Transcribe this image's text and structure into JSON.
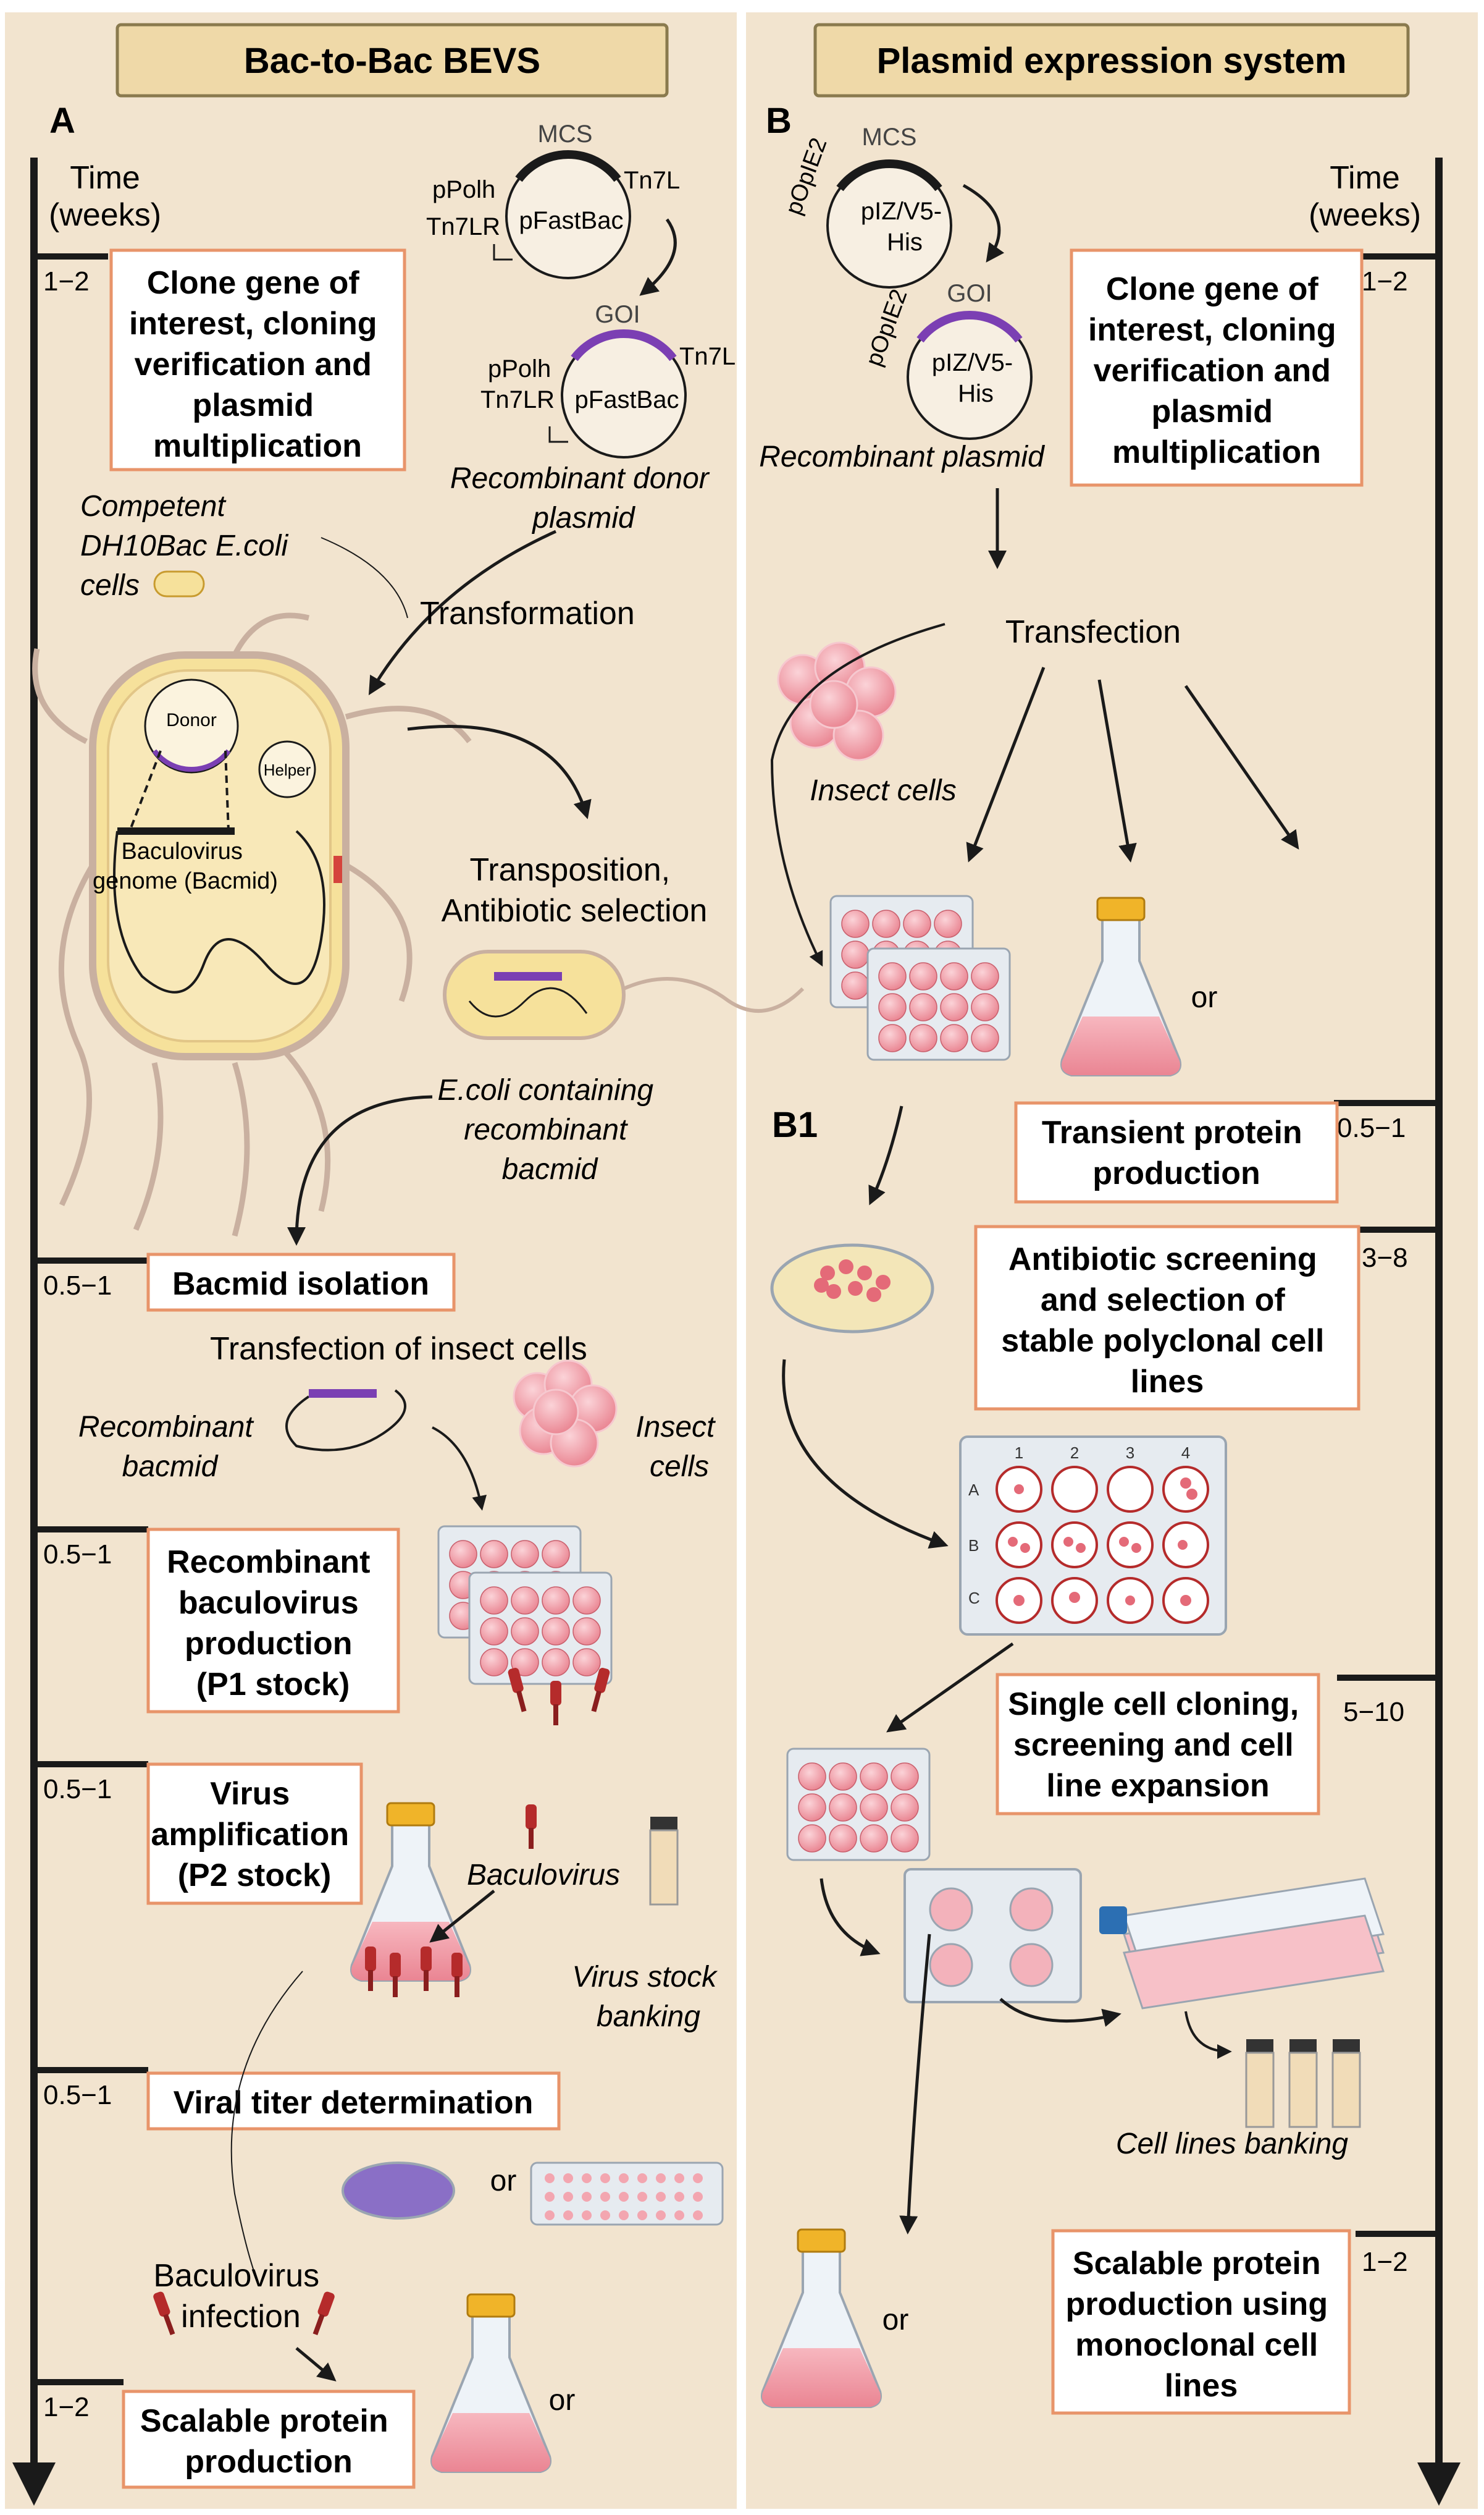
{
  "colors": {
    "panel_bg": "#f2e4cf",
    "header_fill": "#efd9a8",
    "header_stroke": "#8a7a4e",
    "box_stroke": "#e8946a",
    "plasmid_arc": "#7b3fb3",
    "cell_pink": "#f0a4ad",
    "virus_red": "#b52b2b"
  },
  "left": {
    "header": "Bac-to-Bac BEVS",
    "label": "A",
    "time_line1": "Time",
    "time_line2": "(weeks)",
    "boxes": {
      "clone": [
        "Clone gene of",
        "interest, cloning",
        "verification and",
        "plasmid",
        "multiplication"
      ],
      "bacmid": [
        "Bacmid isolation"
      ],
      "p1": [
        "Recombinant",
        "baculovirus",
        "production",
        "(P1 stock)"
      ],
      "p2": [
        "Virus",
        "amplification",
        "(P2 stock)"
      ],
      "titer": [
        "Viral titer determination"
      ],
      "scalable": [
        "Scalable protein",
        "production"
      ]
    },
    "ticks": {
      "t1": "1−2",
      "t2": "0.5−1",
      "t3": "0.5−1",
      "t4": "0.5−1",
      "t5": "0.5−1",
      "t6": "1−2"
    },
    "plasmid1": {
      "mcs": "MCS",
      "name": "pFastBac",
      "ppolh": "pPolh",
      "tn7l": "Tn7L",
      "tn7lr": "Tn7LR"
    },
    "plasmid2": {
      "goi": "GOI",
      "name": "pFastBac",
      "ppolh": "pPolh",
      "tn7l": "Tn7L",
      "tn7lr": "Tn7LR"
    },
    "recombinant_donor": [
      "Recombinant donor",
      "plasmid"
    ],
    "competent": [
      "Competent",
      "DH10Bac E.coli",
      "cells"
    ],
    "transformation": "Transformation",
    "donor": "Donor",
    "helper": "Helper",
    "baculo_genome": [
      "Baculovirus",
      "genome (Bacmid)"
    ],
    "transposition": [
      "Transposition,",
      "Antibiotic selection"
    ],
    "ecoli_containing": [
      "E.coli containing",
      "recombinant",
      "bacmid"
    ],
    "transfection_insect": "Transfection of insect cells",
    "recombinant_bacmid": [
      "Recombinant",
      "bacmid"
    ],
    "insect_cells": [
      "Insect",
      "cells"
    ],
    "baculovirus": "Baculovirus",
    "virus_stock": [
      "Virus stock",
      "banking"
    ],
    "or1": "or",
    "baculo_infection": [
      "Baculovirus",
      "infection"
    ],
    "or2": "or"
  },
  "right": {
    "header": "Plasmid expression system",
    "label": "B",
    "label_b1": "B1",
    "time_line1": "Time",
    "time_line2": "(weeks)",
    "plasmid1": {
      "mcs": "MCS",
      "name1": "pIZ/V5-",
      "name2": "His",
      "promoter": "pOpIE2"
    },
    "plasmid2": {
      "goi": "GOI",
      "name1": "pIZ/V5-",
      "name2": "His",
      "promoter": "pOpIE2"
    },
    "recombinant_plasmid": "Recombinant plasmid",
    "boxes": {
      "clone": [
        "Clone gene of",
        "interest, cloning",
        "verification and",
        "plasmid",
        "multiplication"
      ],
      "transient": [
        "Transient protein",
        "production"
      ],
      "antibiotic": [
        "Antibiotic screening",
        "and selection of",
        "stable polyclonal cell",
        "lines"
      ],
      "single": [
        "Single cell cloning,",
        "screening and cell",
        "line expansion"
      ],
      "scalable": [
        "Scalable protein",
        "production using",
        "monoclonal cell",
        "lines"
      ]
    },
    "ticks": {
      "t1": "1−2",
      "t2": "0.5−1",
      "t3": "3−8",
      "t4": "5−10",
      "t5": "1−2"
    },
    "transfection": "Transfection",
    "insect_cells": "Insect cells",
    "or1": "or",
    "or2": "or",
    "cell_lines_banking": "Cell lines banking",
    "plate_cols": [
      "1",
      "2",
      "3",
      "4"
    ],
    "plate_rows": [
      "A",
      "B",
      "C"
    ]
  }
}
